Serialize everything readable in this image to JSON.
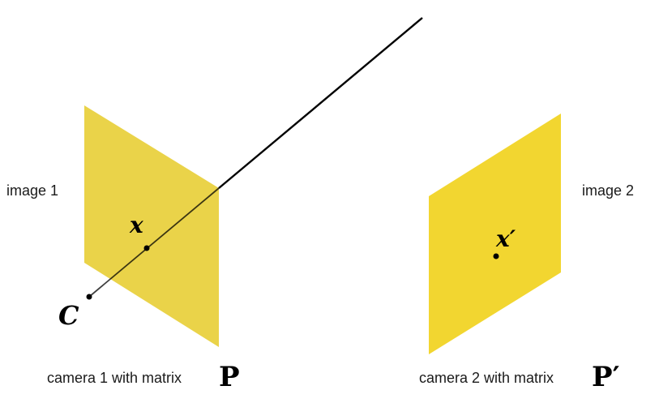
{
  "labels": {
    "image1": "image 1",
    "image2": "image 2",
    "point_x": "x",
    "point_x_prime": "x′",
    "camera_center": "C",
    "camera1_caption": "camera 1 with matrix",
    "camera1_matrix": "P",
    "camera2_caption": "camera 2 with matrix",
    "camera2_matrix": "P′"
  },
  "colors": {
    "image_plane_fill": "#f2d630",
    "image_plane_back": "#e8cf3a",
    "ray": "#000000",
    "text": "#1a1a1a"
  }
}
